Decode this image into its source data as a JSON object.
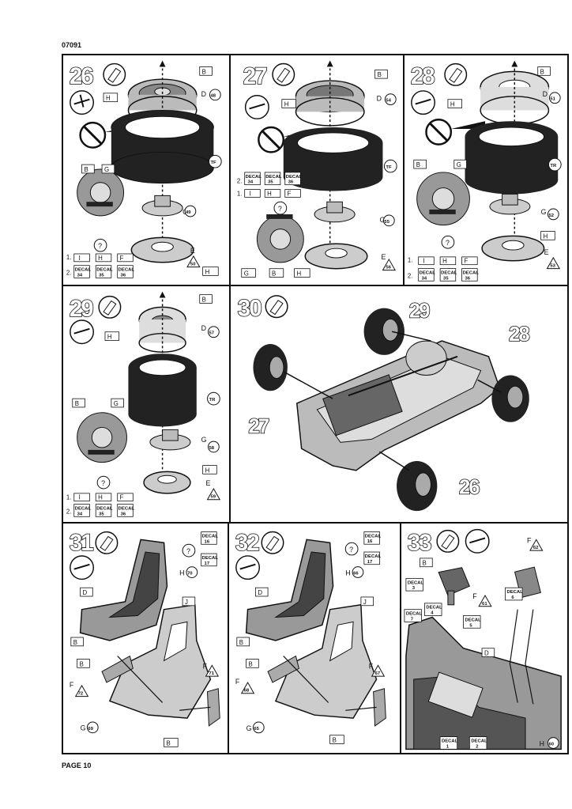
{
  "page": {
    "code": "07091",
    "footer": "PAGE 10"
  },
  "labels": {
    "B": "B",
    "G": "G",
    "H": "H",
    "D": "D",
    "E": "E",
    "F": "F",
    "J": "J",
    "decal": "DECAL",
    "q": "?",
    "s1": "1.",
    "s2": "2.",
    "i": "I",
    "tf": "TF",
    "tr": "TR"
  },
  "steps": {
    "s26": {
      "num": "26",
      "d": "48",
      "g": "49",
      "e": "50",
      "decals": [
        "34",
        "35",
        "36"
      ]
    },
    "s27": {
      "num": "27",
      "d": "54",
      "g": "55",
      "e": "56",
      "decals": [
        "34",
        "35",
        "36"
      ]
    },
    "s28": {
      "num": "28",
      "d": "51",
      "g": "52",
      "e": "53",
      "decals": [
        "34",
        "35",
        "36"
      ]
    },
    "s29": {
      "num": "29",
      "d": "57",
      "g": "58",
      "e": "59",
      "decals": [
        "34",
        "35",
        "36"
      ]
    },
    "s30": {
      "num": "30",
      "wheels": [
        "29",
        "28",
        "27",
        "26"
      ]
    },
    "s31": {
      "num": "31",
      "h": "70",
      "f1": "72",
      "f2": "71",
      "g": "69",
      "decals": [
        "16",
        "17"
      ]
    },
    "s32": {
      "num": "32",
      "h": "66",
      "f1": "68",
      "f2": "67",
      "g": "65",
      "decals": [
        "16",
        "17"
      ]
    },
    "s33": {
      "num": "33",
      "f1": "62",
      "f2": "61",
      "h": "60",
      "decals": [
        "3",
        "4",
        "5",
        "6",
        "7",
        "1",
        "2"
      ]
    }
  }
}
